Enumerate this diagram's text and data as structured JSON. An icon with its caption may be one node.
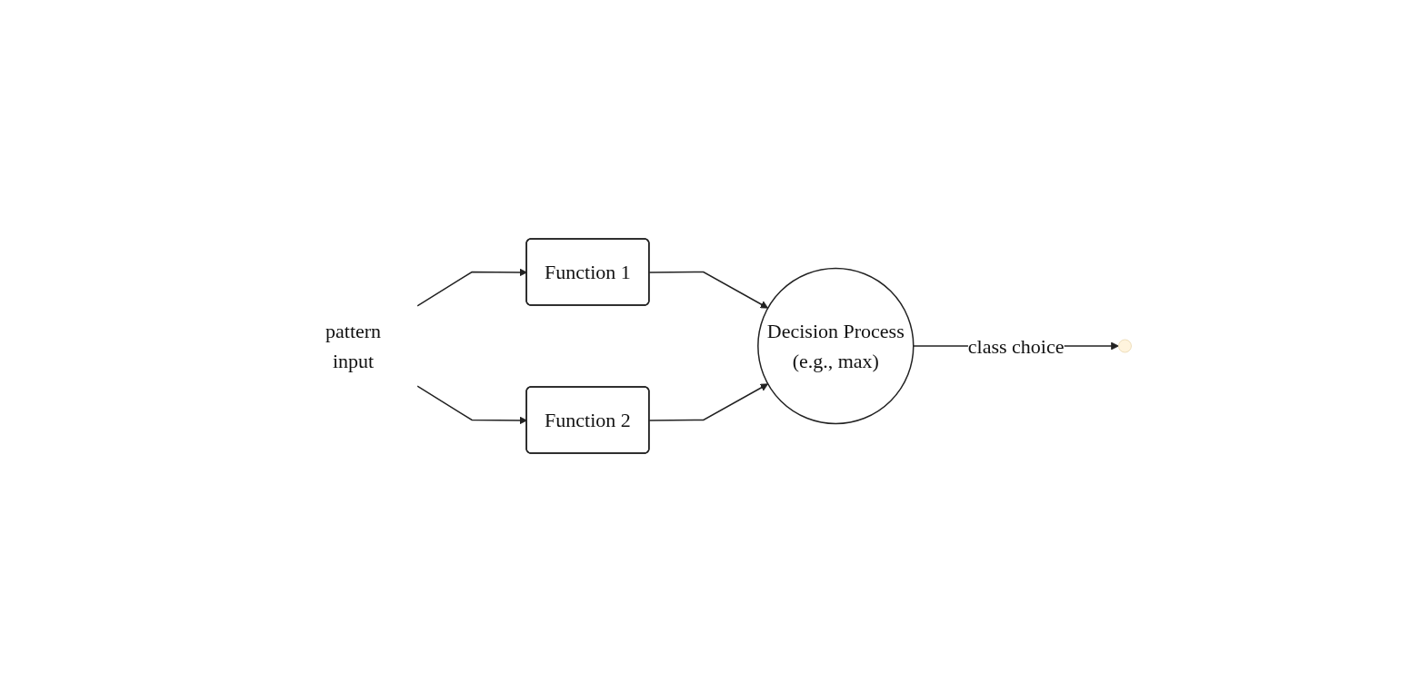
{
  "diagram": {
    "nodes": [
      {
        "text": [
          "pattern",
          "input"
        ]
      },
      {
        "text": [
          "Function 1"
        ]
      },
      {
        "text": [
          "Function 2"
        ]
      },
      {
        "text": [
          "Decision Process",
          "(e.g., max)"
        ]
      }
    ],
    "edges": [
      {
        "from": 0,
        "to": 1,
        "arrow": "to"
      },
      {
        "from": 0,
        "to": 2,
        "arrow": "to"
      },
      {
        "from": 1,
        "to": 3,
        "arrow": "to"
      },
      {
        "from": 2,
        "to": 3,
        "arrow": "to"
      },
      {
        "from": 3,
        "to": null,
        "label": "class choice",
        "arrow": "to"
      }
    ]
  }
}
